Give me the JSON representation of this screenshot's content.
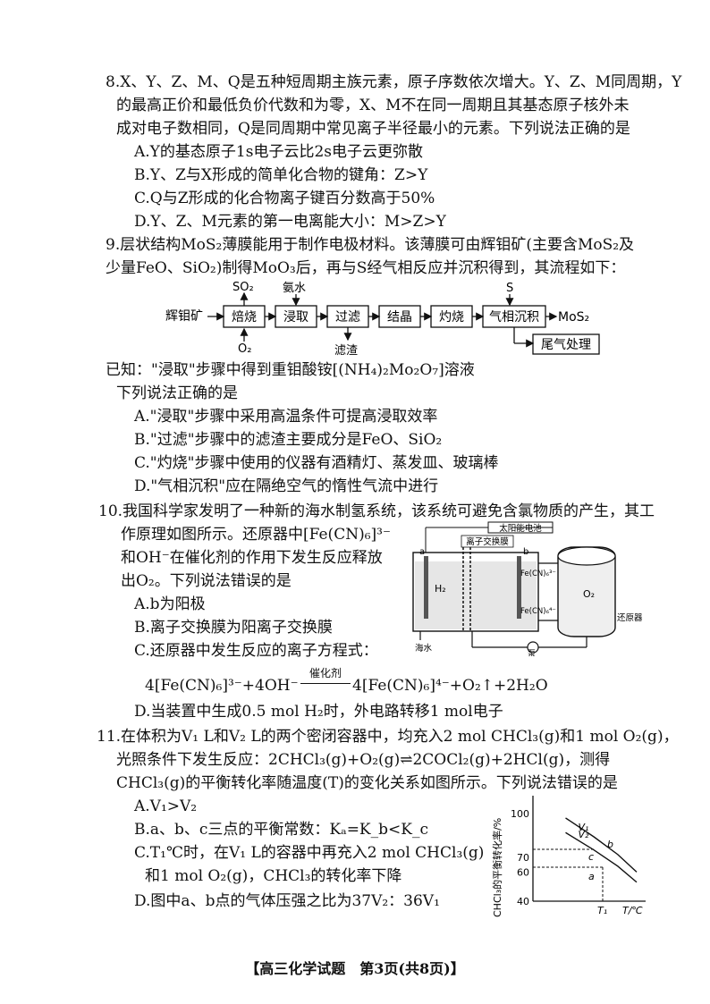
{
  "q8": {
    "lines": [
      "8.X、Y、Z、M、Q是五种短周期主族元素，原子序数依次增大。Y、Z、M同周期，Y",
      "的最高正价和最低负价代数和为零，X、M不在同一周期且其基态原子核外未",
      "成对电子数相同，Q是同周期中常见离子半径最小的元素。下列说法正确的是"
    ],
    "options": [
      "A.Y的基态原子1s电子云比2s电子云更弥散",
      "B.Y、Z与X形成的简单化合物的键角：Z>Y",
      "C.Q与Z形成的化合物离子键百分数高于50%",
      "D.Y、Z、M元素的第一电离能大小：M>Z>Y"
    ]
  },
  "q9": {
    "line1": "9.层状结构MoS₂薄膜能用于制作电极材料。该薄膜可由辉钼矿(主要含MoS₂及",
    "line2": "少量FeO、SiO₂)制得MoO₃后，再与S经气相反应并沉积得到，其流程如下：",
    "flow": {
      "start": "辉钼矿",
      "steps": [
        "焙烧",
        "浸取",
        "过滤",
        "结晶",
        "灼烧",
        "气相沉积"
      ],
      "product": "MoS₂",
      "so2": "SO₂",
      "o2": "O₂",
      "ammonia": "氨水",
      "residue": "滤渣",
      "s": "S",
      "tail": "尾气处理"
    },
    "known": "已知：\"浸取\"步骤中得到重钼酸铵[(NH₄)₂Mo₂O₇]溶液",
    "prompt": "下列说法正确的是",
    "options": [
      "A.\"浸取\"步骤中采用高温条件可提高浸取效率",
      "B.\"过滤\"步骤中的滤渣主要成分是FeO、SiO₂",
      "C.\"灼烧\"步骤中使用的仪器有酒精灯、蒸发皿、玻璃棒",
      "D.\"气相沉积\"应在隔绝空气的惰性气流中进行"
    ]
  },
  "q10": {
    "line1": "10.我国科学家发明了一种新的海水制氢系统，该系统可避免含氯物质的产生，其工",
    "lines": [
      "作原理如图所示。还原器中[Fe(CN)₆]³⁻",
      "和OH⁻在催化剂的作用下发生反应释放",
      "出O₂。下列说法错误的是"
    ],
    "options": [
      "A.b为阳极",
      "B.离子交换膜为阳离子交换膜",
      "C.还原器中发生反应的离子方程式："
    ],
    "equation_left": "4[Fe(CN)₆]³⁻+4OH⁻",
    "equation_catalyst": "催化剂",
    "equation_right": "4[Fe(CN)₆]⁴⁻+O₂↑+2H₂O",
    "option_d": "D.当装置中生成0.5 mol H₂时，外电路转移1 mol电子",
    "diagram": {
      "solar": "太阳能电池",
      "membrane": "离子交换膜",
      "a": "a",
      "b": "b",
      "h2": "H₂",
      "fe3": "Fe(CN)₆³⁻",
      "fe4": "Fe(CN)₆⁴⁻",
      "o2": "O₂",
      "reducer": "还原器",
      "seawater": "海水",
      "pump": "泵"
    }
  },
  "q11": {
    "lines": [
      "11.在体积为V₁ L和V₂ L的两个密闭容器中，均充入2 mol CHCl₃(g)和1 mol O₂(g)，",
      "光照条件下发生反应：2CHCl₃(g)+O₂(g)⇌2COCl₂(g)+2HCl(g)，测得",
      "CHCl₃(g)的平衡转化率随温度(T)的变化关系如图所示。下列说法错误的是"
    ],
    "options": [
      "A.V₁>V₂",
      "B.a、b、c三点的平衡常数：Kₐ=K_b<K_c",
      "C.T₁℃时，在V₁ L的容器中再充入2 mol CHCl₃(g)",
      "和1 mol O₂(g)，CHCl₃的转化率下降",
      "D.图中a、b点的气体压强之比为37V₂：36V₁"
    ]
  },
  "chart_data": {
    "type": "line",
    "ylabel": "CHCl₃的平衡转化率/%",
    "xlabel": "T/℃",
    "y_ticks": [
      "40",
      "60",
      "70",
      "100"
    ],
    "x_ticks": [
      "T₁"
    ],
    "series": [
      {
        "name": "V₁",
        "points": [
          [
            0.25,
            97
          ],
          [
            0.55,
            84
          ],
          [
            0.8,
            72
          ],
          [
            1.0,
            60
          ]
        ]
      },
      {
        "name": "V₂",
        "points": [
          [
            0.25,
            87
          ],
          [
            0.55,
            75
          ],
          [
            0.8,
            64
          ],
          [
            1.0,
            53
          ]
        ]
      }
    ],
    "point_labels": [
      "a",
      "b",
      "c"
    ]
  },
  "footer": "【高三化学试题　第3页(共8页)】"
}
